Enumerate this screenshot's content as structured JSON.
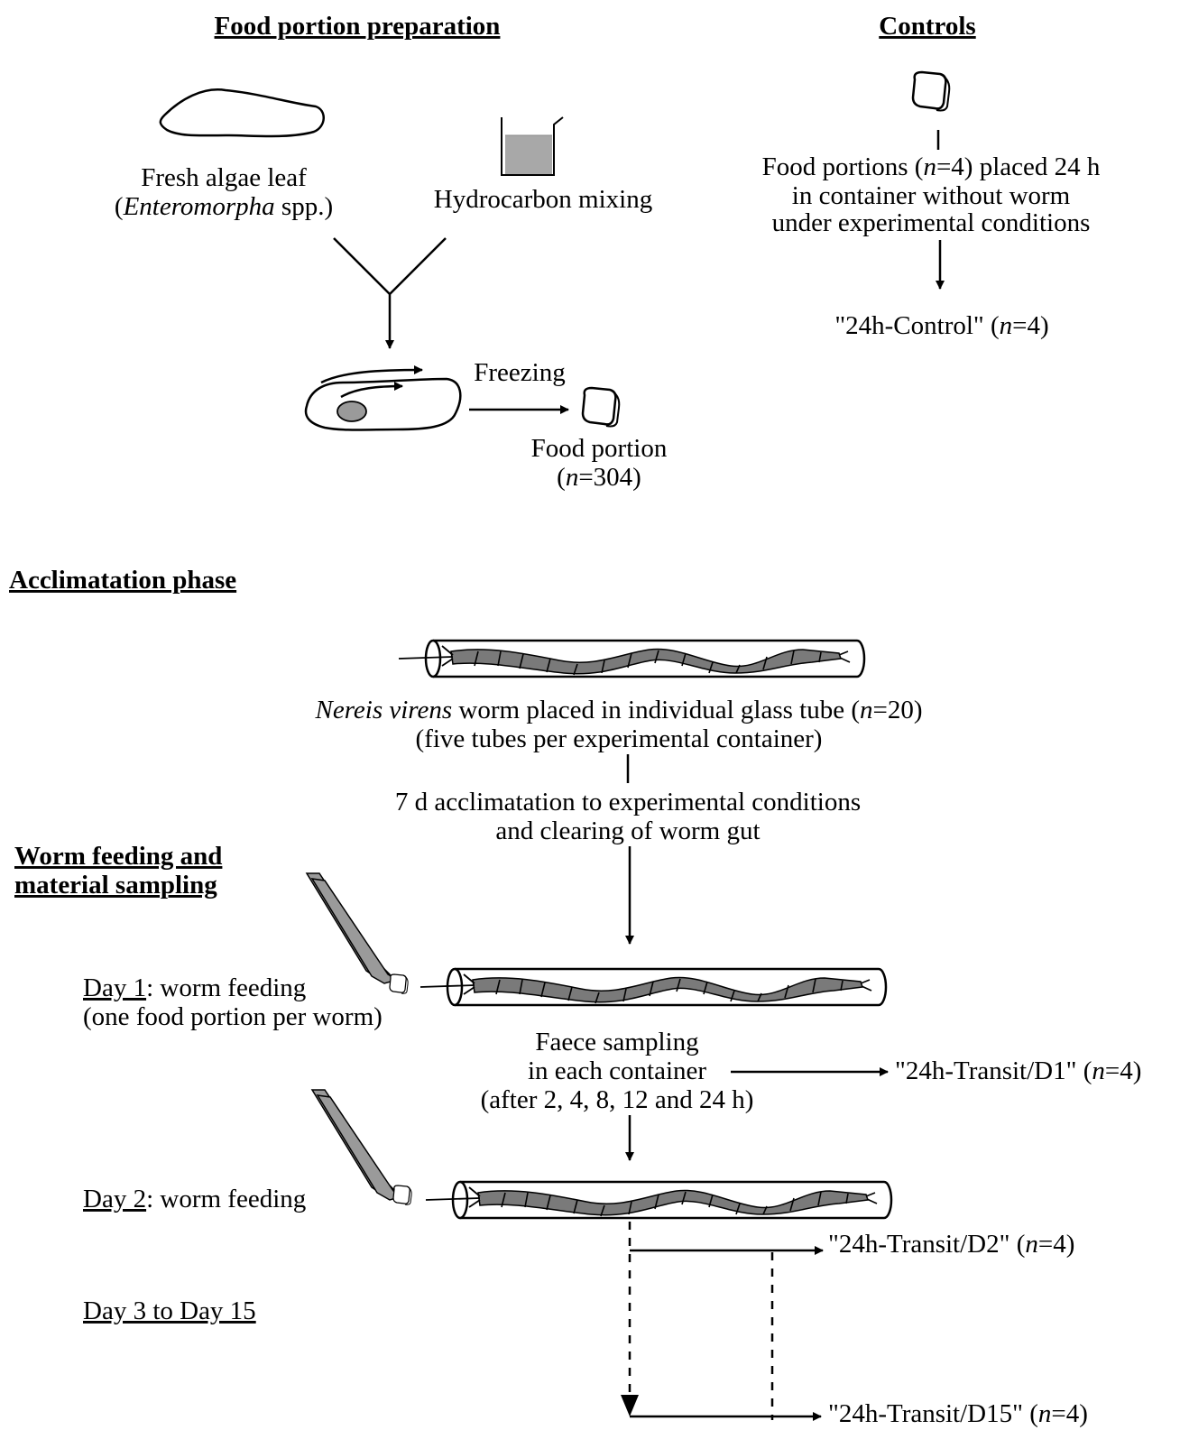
{
  "headings": {
    "food_prep": "Food portion preparation",
    "controls": "Controls",
    "acclimatation": "Acclimatation phase",
    "feeding_line1": "Worm feeding and",
    "feeding_line2": "material sampling"
  },
  "food_prep": {
    "algae_line1": "Fresh algae leaf",
    "algae_open": "(",
    "algae_genus": "Enteromorpha",
    "algae_close": " spp.)",
    "mixing": "Hydrocarbon mixing",
    "freezing": "Freezing",
    "portion_line1": "Food portion",
    "portion_open": "(",
    "portion_n": "n",
    "portion_close": "=304)"
  },
  "controls": {
    "line1_pre": "Food portions (",
    "line1_n": "n",
    "line1_post": "=4) placed 24 h",
    "line2": "in container without worm",
    "line3": "under experimental conditions",
    "result_pre": "\"24h-Control\" (",
    "result_n": "n",
    "result_post": "=4)"
  },
  "acclimatation": {
    "tube_species": "Nereis virens",
    "tube_text_pre": " worm placed in individual glass tube (",
    "tube_n": "n",
    "tube_text_post": "=20)",
    "tube_line2": "(five tubes per experimental container)",
    "accl_line1": "7 d acclimatation to experimental conditions",
    "accl_line2": "and clearing of worm gut"
  },
  "feeding": {
    "day1_label": "Day 1",
    "day1_rest": ": worm feeding",
    "day1_line2": "(one food portion per worm)",
    "faece_line1": "Faece sampling",
    "faece_line2": "in each container",
    "faece_line3": "(after 2, 4, 8, 12 and 24 h)",
    "d1_pre": "\"24h-Transit/D1\" (",
    "d1_n": "n",
    "d1_post": "=4)",
    "day2_label": "Day 2",
    "day2_rest": ": worm feeding",
    "d2_pre": "\"24h-Transit/D2\" (",
    "d2_n": "n",
    "d2_post": "=4)",
    "day3_label": "Day 3 to Day 15",
    "d15_pre": "\"24h-Transit/D15\" (",
    "d15_n": "n",
    "d15_post": "=4)"
  }
}
